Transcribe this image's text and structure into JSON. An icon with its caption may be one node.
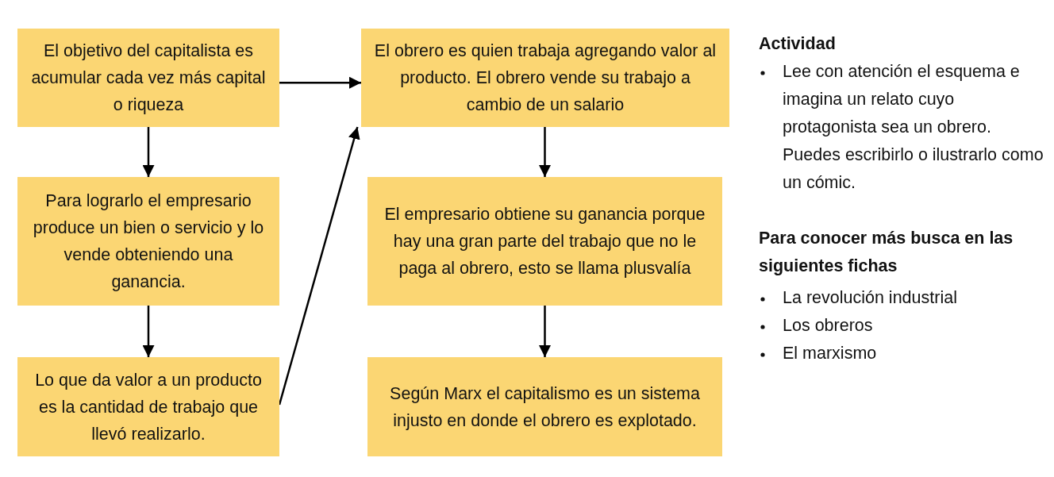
{
  "diagram": {
    "nodes": [
      {
        "text": [
          "El objetivo del capitalista es acumular cada vez más capital o riqueza"
        ]
      },
      {
        "text": [
          "Para lograrlo el empresario produce un bien o servicio y lo vende obteniendo una ganancia."
        ]
      },
      {
        "text": [
          "Lo que da valor a un producto es la cantidad de trabajo que llevó realizarlo."
        ]
      },
      {
        "text": [
          "El obrero es quien trabaja agregando valor al producto. El obrero vende su trabajo a cambio de un salario"
        ]
      },
      {
        "text": [
          "El empresario obtiene su ganancia porque hay una gran parte del trabajo que no le paga al obrero, esto se llama plusvalía"
        ]
      },
      {
        "text": [
          "Según Marx el capitalismo es un sistema injusto en donde el obrero es explotado."
        ]
      }
    ],
    "edges": [
      {
        "from": 0,
        "to": 3,
        "arrow": "to"
      },
      {
        "from": 0,
        "to": 1,
        "arrow": "to"
      },
      {
        "from": 1,
        "to": 2,
        "arrow": "to"
      },
      {
        "from": 2,
        "to": 3,
        "arrow": "to"
      },
      {
        "from": 3,
        "to": 4,
        "arrow": "to"
      },
      {
        "from": 4,
        "to": 5,
        "arrow": "to"
      }
    ],
    "labels": [
      "Actividad",
      "Lee con atención el esquema e imagina un relato cuyo protagonista sea un obrero. Puedes escribirlo o ilustrarlo como un cómic.",
      "Para conocer más busca en las siguientes fichas",
      "La revolución industrial",
      "Los obreros",
      "El marxismo"
    ]
  }
}
